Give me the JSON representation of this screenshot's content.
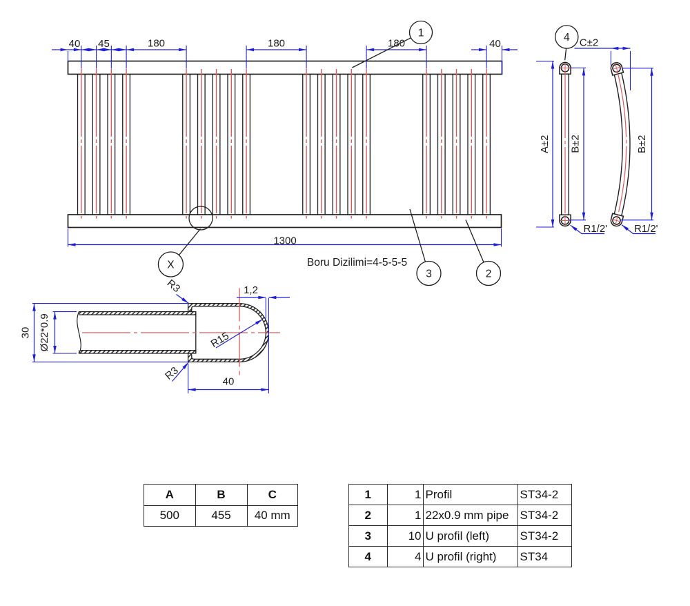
{
  "colors": {
    "dim_blue": "#1f1fd6",
    "center_red": "#dd5a5a",
    "line_black": "#1e1e1e"
  },
  "front_view": {
    "pipe_arrangement": "4-5-5-5",
    "dims": {
      "d40_left": "40",
      "d45": "45",
      "d180_1": "180",
      "d180_2": "180",
      "d180_3": "180",
      "d40_right": "40",
      "total": "1300"
    },
    "note": "Boru Dizilimi=4-5-5-5",
    "balloons": {
      "b1": "1",
      "b2": "2",
      "b3": "3",
      "bx": "X"
    }
  },
  "side_view": {
    "balloons": {
      "b4": "4"
    },
    "dims": {
      "a": "A±2",
      "b_left": "B±2",
      "c": "C±2",
      "b_right": "B±2",
      "thread_left": "R1/2'",
      "thread_right": "R1/2'"
    }
  },
  "detail_view": {
    "dims": {
      "height": "30",
      "pipe": "Ø22*0.9",
      "r3_top": "R3",
      "r3_bottom": "R3",
      "wall": "1,2",
      "r15": "R15",
      "length": "40"
    }
  },
  "abc_table": {
    "headers": [
      "A",
      "B",
      "C"
    ],
    "values": [
      "500",
      "455",
      "40 mm"
    ]
  },
  "bom_table": {
    "rows": [
      {
        "no": "1",
        "qty": "1",
        "desc": "Profil",
        "material": "ST34-2"
      },
      {
        "no": "2",
        "qty": "1",
        "desc": "22x0.9 mm pipe",
        "material": "ST34-2"
      },
      {
        "no": "3",
        "qty": "10",
        "desc": "U profil (left)",
        "material": "ST34-2"
      },
      {
        "no": "4",
        "qty": "4",
        "desc": "U profil (right)",
        "material": "ST34"
      }
    ]
  }
}
